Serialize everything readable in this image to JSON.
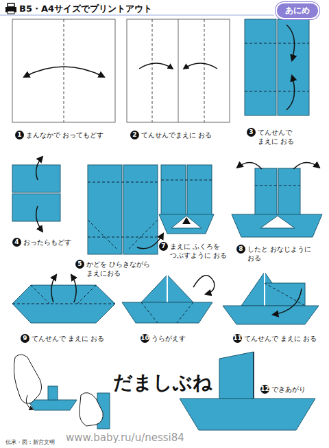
{
  "diagram": {
    "title": "だましぶね",
    "nodes": [
      {
        "text": [
          "あにめ"
        ]
      },
      {
        "text": [
          "1",
          "まんなかで おってもどす"
        ]
      },
      {
        "text": [
          "2",
          "てんせんでまえに おる"
        ]
      },
      {
        "text": [
          "3",
          "てんせんで まえに おる"
        ]
      },
      {
        "text": [
          "4",
          "おったらもどす"
        ]
      },
      {
        "text": [
          "5",
          "かどを ひらきながら まえにおる"
        ]
      },
      {
        "text": [
          "7",
          "まえに ふくろを つぶすように おる"
        ]
      },
      {
        "text": [
          "8",
          "したと おなじように おる"
        ]
      },
      {
        "text": [
          "9",
          "てんせんで まえに おる"
        ]
      },
      {
        "text": [
          "10",
          "うらがえす"
        ]
      },
      {
        "text": [
          "11",
          "てんせんで まえに おる"
        ]
      },
      {
        "text": [
          "12",
          "できあがり"
        ]
      }
    ],
    "labels": [
      "B5・A4サイズでプリントアウト",
      "www.baby.ru/u/nessi84",
      "伝承・図：新宮文明"
    ]
  }
}
